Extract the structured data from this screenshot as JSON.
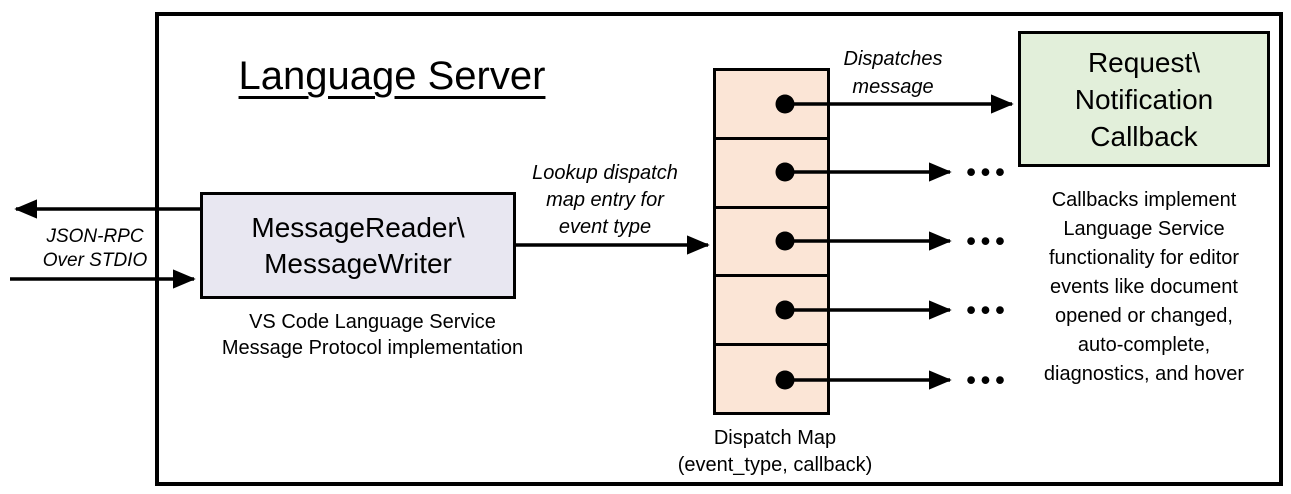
{
  "colors": {
    "message_box_fill": "#E8E7F1",
    "dispatch_map_fill": "#FBE5D6",
    "callback_box_fill": "#E2EFDA",
    "line_color": "#000000"
  },
  "diagram": {
    "title": "Language Server",
    "stdio_label": {
      "lines": [
        "JSON-RPC",
        "Over STDIO"
      ]
    },
    "message_box": {
      "lines": [
        "MessageReader\\",
        "MessageWriter"
      ],
      "caption": [
        "VS Code Language Service",
        "Message Protocol implementation"
      ]
    },
    "lookup_label": {
      "lines": [
        "Lookup dispatch",
        "map entry for",
        "event type"
      ]
    },
    "dispatches_label": {
      "lines": [
        "Dispatches",
        "message"
      ]
    },
    "dispatch_map": {
      "entry_count": 5,
      "caption": [
        "Dispatch Map",
        "(event_type, callback)"
      ]
    },
    "callback_box": {
      "lines": [
        "Request\\",
        "Notification",
        "Callback"
      ]
    },
    "ellipsis": "•••",
    "note": {
      "lines": [
        "Callbacks implement",
        "Language Service",
        "functionality for editor",
        "events like document",
        "opened or changed,",
        "auto-complete,",
        "diagnostics, and hover"
      ]
    }
  }
}
